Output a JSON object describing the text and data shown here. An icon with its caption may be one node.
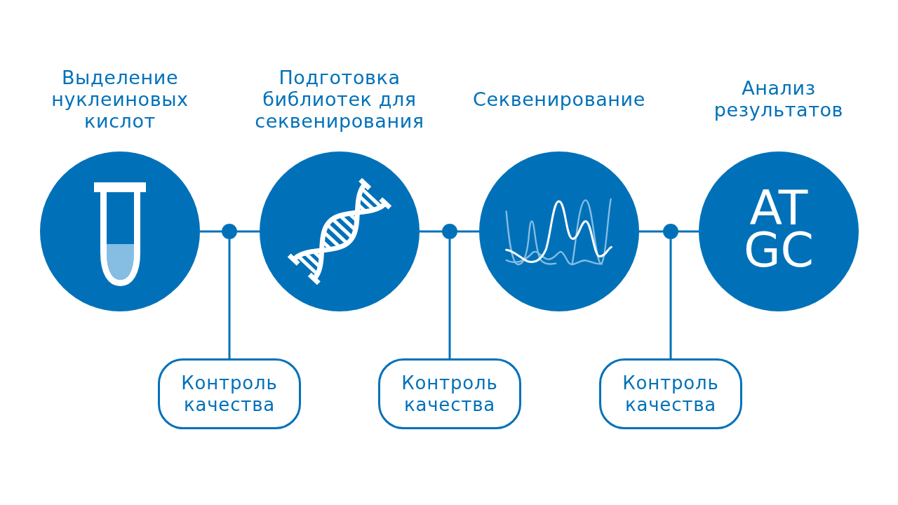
{
  "diagram": {
    "nodes": [
      {
        "text": [
          "Выделение нуклеиновых кислот"
        ]
      },
      {
        "text": [
          "Подготовка библиотек для секвенирования"
        ]
      },
      {
        "text": [
          "Секвенирование"
        ]
      },
      {
        "text": [
          "Анализ результатов",
          "AT GC"
        ]
      },
      {
        "text": [],
        "shape": "circle"
      },
      {
        "text": [],
        "shape": "circle"
      },
      {
        "text": [],
        "shape": "circle"
      },
      {
        "text": [
          "Контроль качества"
        ]
      },
      {
        "text": [
          "Контроль качества"
        ]
      },
      {
        "text": [
          "Контроль качества"
        ]
      }
    ],
    "edges": [
      {
        "from": 0,
        "to": 4,
        "arrow": "none"
      },
      {
        "from": 4,
        "to": 1,
        "arrow": "none"
      },
      {
        "from": 4,
        "to": 7,
        "arrow": "none"
      },
      {
        "from": 1,
        "to": 5,
        "arrow": "none"
      },
      {
        "from": 5,
        "to": 2,
        "arrow": "none"
      },
      {
        "from": 5,
        "to": 8,
        "arrow": "none"
      },
      {
        "from": 2,
        "to": 6,
        "arrow": "none"
      },
      {
        "from": 6,
        "to": 3,
        "arrow": "none"
      },
      {
        "from": 6,
        "to": 9,
        "arrow": "none"
      }
    ]
  }
}
